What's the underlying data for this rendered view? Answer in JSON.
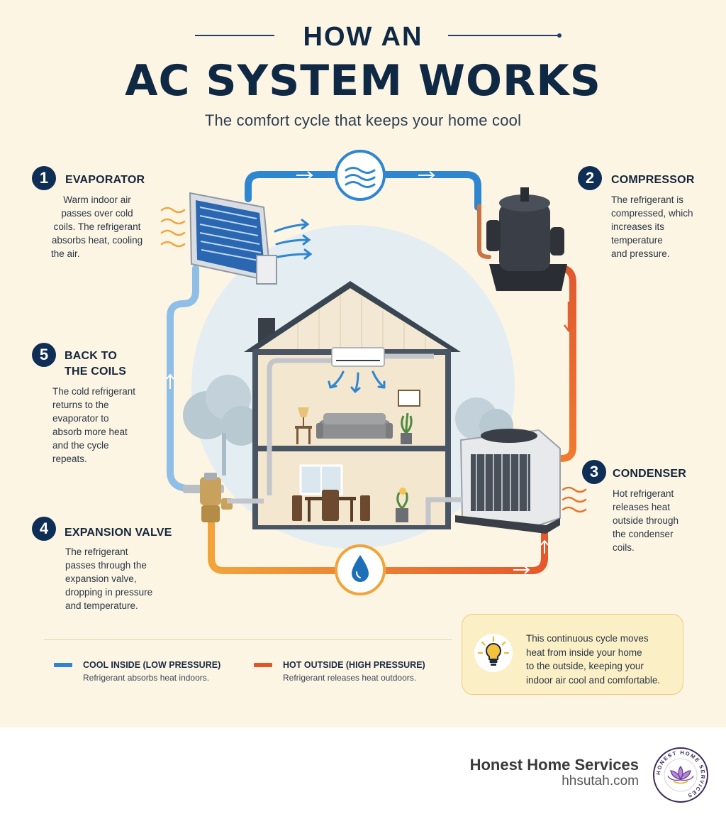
{
  "title": {
    "line1": "HOW AN",
    "line2": "AC SYSTEM WORKS",
    "subtitle": "The comfort cycle that keeps your home cool"
  },
  "steps": [
    {
      "number": "1",
      "title": "EVAPORATOR",
      "lines": [
        "Warm indoor air",
        "passes over cold",
        "coils. The refrigerant",
        "absorbs heat, cooling",
        "the air."
      ]
    },
    {
      "number": "2",
      "title": "COMPRESSOR",
      "lines": [
        "The refrigerant is",
        "compressed, which",
        "increases its",
        "temperature",
        "and pressure."
      ]
    },
    {
      "number": "3",
      "title": "CONDENSER",
      "lines": [
        "Hot refrigerant",
        "releases heat",
        "outside through",
        "the condenser",
        "coils."
      ]
    },
    {
      "number": "4",
      "title": "EXPANSION VALVE",
      "lines": [
        "The refrigerant",
        "passes through the",
        "expansion valve,",
        "dropping in pressure",
        "and temperature."
      ]
    },
    {
      "number": "5",
      "title_lines": [
        "BACK TO",
        "THE COILS"
      ],
      "lines": [
        "The cold refrigerant",
        "returns to the",
        "evaporator to",
        "absorb more heat",
        "and the cycle",
        "repeats."
      ]
    }
  ],
  "legend": [
    {
      "title": "COOL INSIDE (LOW PRESSURE)",
      "desc": "Refrigerant absorbs heat indoors.",
      "color": "#2f86d0"
    },
    {
      "title": "HOT OUTSIDE (HIGH PRESSURE)",
      "desc": "Refrigerant releases heat outdoors.",
      "color": "#e2552b"
    }
  ],
  "note": {
    "lines": [
      "This continuous cycle moves",
      "heat from inside your home",
      "to the outside, keeping your",
      "indoor air cool and comfortable."
    ],
    "icon": "lightbulb-icon"
  },
  "brand": {
    "name": "Honest Home Services",
    "url": "hhsutah.com",
    "logo_text": "HONEST HOME SERVICES"
  },
  "colors": {
    "cool": "#2f86d0",
    "hot": "#e2552b",
    "warm": "#f0a53a",
    "navy": "#0f2e55",
    "background": "#fcf5e4"
  }
}
